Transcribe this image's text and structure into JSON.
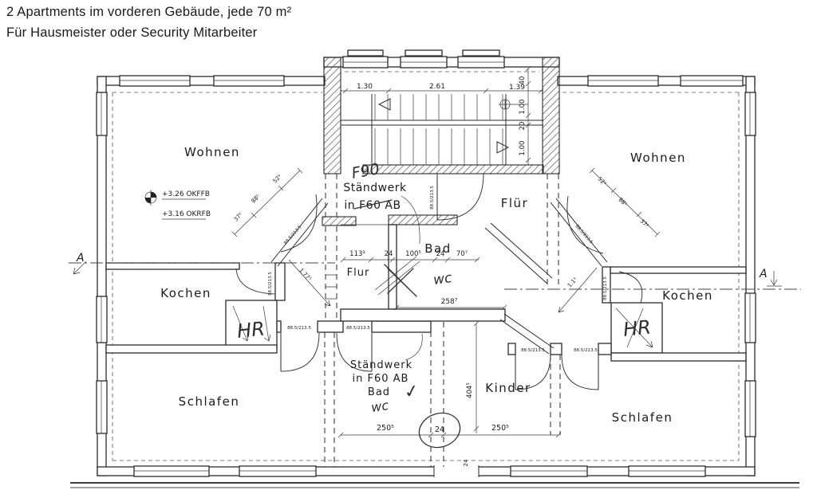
{
  "header": {
    "line1": "2 Apartments im vorderen Gebäude, jede 70 m²",
    "line2": "Für Hausmeister oder Security Mitarbeiter"
  },
  "rooms": {
    "wohnen_left": "Wohnen",
    "wohnen_right": "Wohnen",
    "kochen_left": "Kochen",
    "kochen_right": "Kochen",
    "schlafen_left": "Schlafen",
    "schlafen_right": "Schlafen",
    "kinder": "Kinder",
    "flur_left": "Flur",
    "flur_right": "Flür",
    "bad_upper": "Bad",
    "bad_lower": "Bad"
  },
  "annotations": {
    "standwerk_line1": "Ständwerk",
    "standwerk_line2": "in F60 AB",
    "level_upper": "+3.26 OKFFB",
    "level_lower": "+3.16 OKRFB",
    "section_marker": "A",
    "door_size": "88.5/213.5"
  },
  "handwritten": {
    "f90": "F90",
    "wc": "wc",
    "hr": "HR",
    "checkmark": "✓"
  },
  "dimensions": {
    "stair_top": [
      "1.30",
      "2.61",
      "1.39"
    ],
    "stair_side": [
      "40",
      "1.00",
      "20",
      "1.00"
    ],
    "mid_row": [
      "113³",
      "24",
      "100⁵",
      "24",
      "70⁷"
    ],
    "bad_width": "258⁷",
    "bottom_row": [
      "250⁵",
      "24",
      "250⁵"
    ],
    "corridor_width": "24",
    "room_depth": "404⁵",
    "diag_left": [
      "37²",
      "88⁵",
      "52⁴"
    ],
    "diag_right": [
      "52⁴",
      "88⁵",
      "37²"
    ],
    "corner_left": "1.77⁵",
    "corner_right": "1.1⁵"
  }
}
